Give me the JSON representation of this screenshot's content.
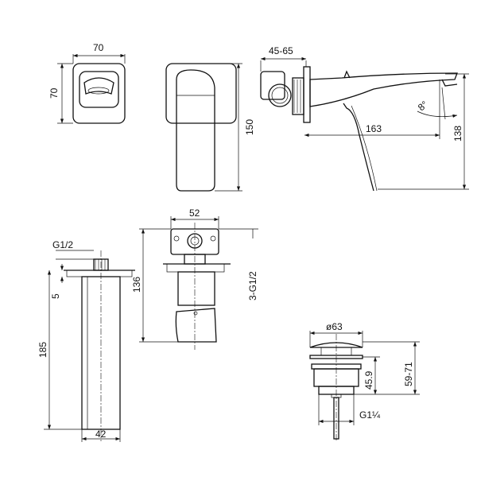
{
  "views": {
    "front_plate": {
      "width_label": "70",
      "height_label": "70"
    },
    "side_handle": {
      "height_label": "150"
    },
    "spout_side": {
      "depth_label": "45-65",
      "reach_label": "163",
      "height_label": "138",
      "angle_label": "8°"
    },
    "wall_body": {
      "thread_label": "G1/2",
      "flange_label": "5",
      "height_label": "185",
      "width_label": "42"
    },
    "mixer_body": {
      "width_label": "52",
      "height_label": "136",
      "thread_label": "3-G1/2"
    },
    "drain": {
      "diameter_label": "ø63",
      "height_label": "45.9",
      "range_label": "59-71",
      "thread_label": "G1¼"
    }
  },
  "colors": {
    "line": "#111111",
    "background": "#ffffff"
  }
}
